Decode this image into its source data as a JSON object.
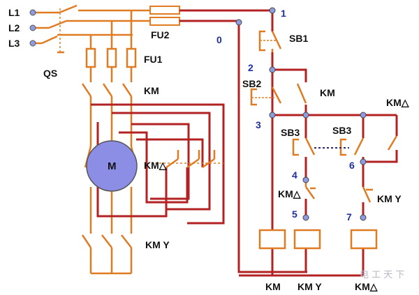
{
  "diagram": {
    "labels": {
      "L1": "L1",
      "L2": "L2",
      "L3": "L3",
      "QS": "QS",
      "FU2": "FU2",
      "FU1": "FU1",
      "KM_main": "KM",
      "motor": "M",
      "KM_delta_main": "KM△",
      "KMY_main": "KM Y",
      "SB1": "SB1",
      "SB2": "SB2",
      "SB3_left": "SB3",
      "SB3_right": "SB3",
      "KM_aux": "KM",
      "KM_delta_aux": "KM△",
      "KM_delta_interlock": "KM△",
      "KMY_aux": "KM Y",
      "coil_KM": "KM",
      "coil_KMY": "KM Y",
      "coil_KM_delta": "KM△"
    },
    "nodes": {
      "n0": "0",
      "n1": "1",
      "n2": "2",
      "n3": "3",
      "n4": "4",
      "n5": "5",
      "n6": "6",
      "n7": "7"
    },
    "watermark": "电 工 天 下",
    "colors": {
      "wire_red": "#b22222",
      "wire_orange": "#e07b22",
      "node_blue": "#8f9be0",
      "motor_fill": "#8c8ee6",
      "label_blue": "#1f2f9f"
    }
  }
}
